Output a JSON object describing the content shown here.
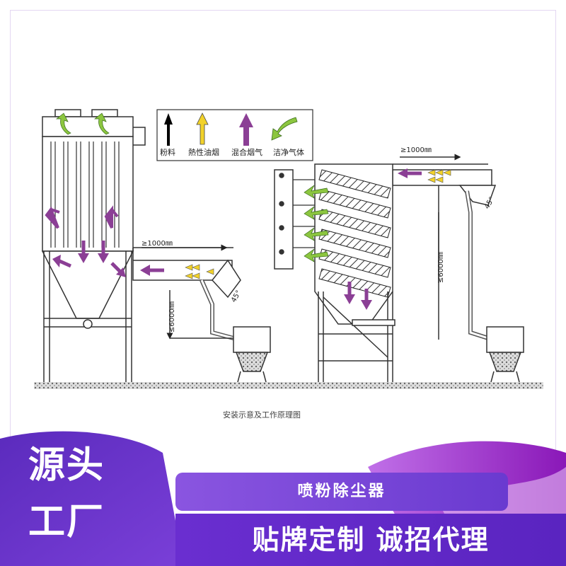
{
  "legend": {
    "items": [
      {
        "label": "粉料",
        "icon": "black-arrow-up-icon",
        "color": "#000000"
      },
      {
        "label": "熱性油烟",
        "icon": "yellow-arrow-up-icon",
        "color": "#f2d22a"
      },
      {
        "label": "混合烟气",
        "icon": "purple-arrow-up-icon",
        "color": "#8b3f95"
      },
      {
        "label": "洁净气体",
        "icon": "green-curved-arrow-icon",
        "color": "#8cc63f"
      }
    ]
  },
  "dimensions": {
    "left_horizontal": "≥1000㎜",
    "left_vertical": "≤6000㎜",
    "left_angle": "45°",
    "right_horizontal": "≥1000㎜",
    "right_vertical": "≤6000㎜",
    "right_angle": "45°"
  },
  "caption": "安装示意及工作原理图",
  "banner": {
    "left_line1": "源头",
    "left_line2": "工厂",
    "product": "喷粉除尘器",
    "slogan": "贴牌定制  诚招代理",
    "colors": {
      "purple_dark": "#5a2bb0",
      "purple_light": "#8f5ee8",
      "magenta": "#a020c8"
    }
  }
}
